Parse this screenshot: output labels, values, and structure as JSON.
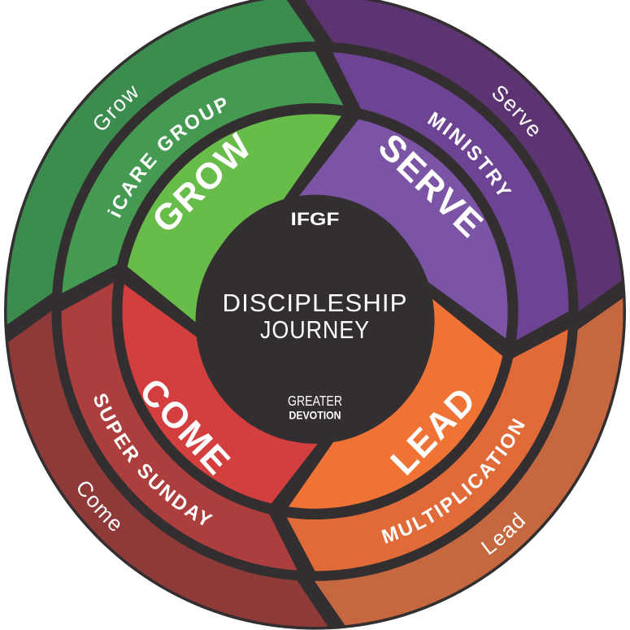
{
  "page": {
    "background": "#ffffff"
  },
  "colors": {
    "dark": "#332e30",
    "label_text": "#ffffff"
  },
  "center": {
    "brand": "IFGF",
    "title_line1": "DISCIPLESHIP",
    "title_line2": "JOURNEY",
    "logo_line1": "GREATER",
    "logo_line2": "DEVOTION"
  },
  "quadrants": [
    {
      "id": "grow",
      "position": "top-left",
      "stage_label": "GROW",
      "ring_label": "iCARE GROUP",
      "outer_label": "Grow",
      "colors": {
        "outer": "#3b8c4e",
        "middle": "#449a51",
        "inner": "#68bc4a"
      }
    },
    {
      "id": "serve",
      "position": "top-right",
      "stage_label": "SERVE",
      "ring_label": "MINISTRY",
      "outer_label": "Serve",
      "colors": {
        "outer": "#5c3472",
        "middle": "#6d4494",
        "inner": "#7b54a5"
      }
    },
    {
      "id": "lead",
      "position": "bottom-right",
      "stage_label": "LEAD",
      "ring_label": "MULTIPLICATION",
      "outer_label": "Lead",
      "colors": {
        "outer": "#c5673f",
        "middle": "#e06a38",
        "inner": "#ee7334"
      }
    },
    {
      "id": "come",
      "position": "bottom-left",
      "stage_label": "COME",
      "ring_label": "SUPER SUNDAY",
      "outer_label": "Come",
      "colors": {
        "outer": "#8e3a39",
        "middle": "#ad3e3e",
        "inner": "#d23f3e"
      }
    }
  ]
}
